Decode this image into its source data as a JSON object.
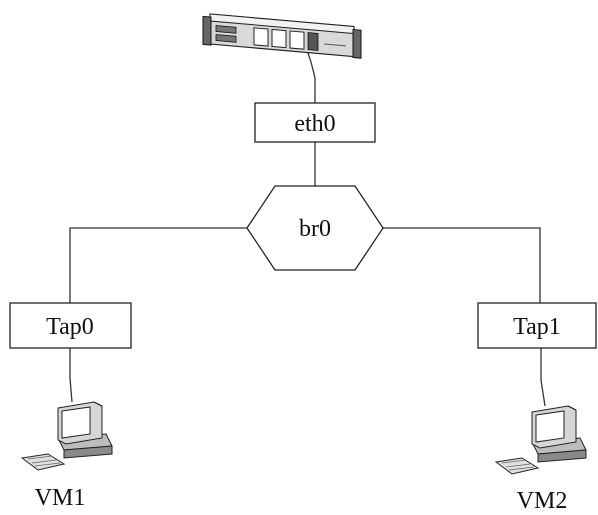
{
  "diagram": {
    "nodes": {
      "server": {
        "icon": "rack-server-icon"
      },
      "eth0": {
        "label": "eth0"
      },
      "br0": {
        "label": "br0"
      },
      "tap0": {
        "label": "Tap0"
      },
      "tap1": {
        "label": "Tap1"
      },
      "vm1": {
        "label": "VM1",
        "icon": "desktop-computer-icon"
      },
      "vm2": {
        "label": "VM2",
        "icon": "desktop-computer-icon"
      }
    },
    "edges": [
      {
        "from": "server",
        "to": "eth0"
      },
      {
        "from": "eth0",
        "to": "br0"
      },
      {
        "from": "br0",
        "to": "tap0"
      },
      {
        "from": "br0",
        "to": "tap1"
      },
      {
        "from": "tap0",
        "to": "vm1"
      },
      {
        "from": "tap1",
        "to": "vm2"
      }
    ]
  }
}
